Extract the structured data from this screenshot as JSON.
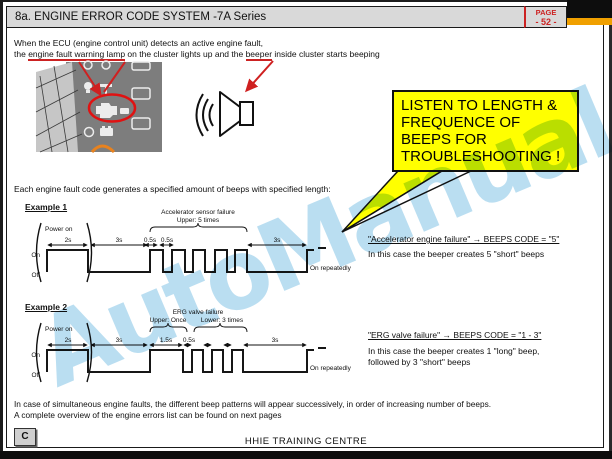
{
  "header": {
    "title": "8a. ENGINE ERROR CODE SYSTEM -7A Series",
    "page_label": "PAGE",
    "page_number": "- 52 -"
  },
  "intro": {
    "line1": "When the ECU (engine control unit) detects an active engine fault,",
    "line2": {
      "p1": "the ",
      "lamp": "engine fault warning lamp",
      "p2": " on the cluster lights up and the ",
      "beeper": "beeper",
      "p3": " inside cluster starts beeping"
    }
  },
  "callout": {
    "lines": [
      "LISTEN TO LENGTH &",
      "FREQUENCE OF",
      "BEEPS FOR",
      "TROUBLESHOOTING !"
    ],
    "bg_color": "#ffff00"
  },
  "section_intro": "Each engine fault code generates a specified amount of beeps with specified length:",
  "examples": [
    {
      "label": "Example 1",
      "fault_title": "Accelerator sensor failure",
      "fault_sub": "Upper: 5 times",
      "power_on_label": "Power on",
      "on_label": "On",
      "off_label": "Off",
      "repeat_label": "On repeatedly",
      "t_power": "2s",
      "t_pause": "3s",
      "t_beep": "0.5s",
      "t_gap": "0.5s",
      "t_restart": "3s",
      "beep_pattern": {
        "long_beeps": 0,
        "short_beeps": 5
      },
      "result_title": "\"Accelerator engine failure\" → BEEPS CODE = \"5\"",
      "result_lines": [
        "In this case the beeper creates 5 \"short\" beeps"
      ]
    },
    {
      "label": "Example 2",
      "fault_title": "ERG valve failure",
      "fault_sub_upper": "Upper: Once",
      "fault_sub_lower": "Lower: 3 times",
      "power_on_label": "Power on",
      "on_label": "On",
      "off_label": "Off",
      "repeat_label": "On repeatedly",
      "t_power": "2s",
      "t_pause": "3s",
      "t_long": "1.5s",
      "t_gap": "0.5s",
      "t_restart": "3s",
      "beep_pattern": {
        "long_beeps": 1,
        "short_beeps": 3
      },
      "result_title": "\"ERG valve failure\" → BEEPS CODE = \"1 - 3\"",
      "result_lines": [
        "In this case the beeper creates 1 \"long\" beep,",
        "followed by 3 \"short\" beeps"
      ]
    }
  ],
  "note": {
    "line1": "In case of simultaneous engine faults, the different beep patterns will appear successively, in order of increasing number of beeps.",
    "line2": "A complete overview of the engine errors list can be found on next pages"
  },
  "footer": {
    "badge": "C",
    "center": "HHIE TRAINING CENTRE"
  },
  "watermark": {
    "text": "AutoManual",
    "color": "#82c3e6"
  },
  "colors": {
    "accent_red": "#cc2222",
    "callout_yellow": "#ffff00",
    "orange_bar": "#f0a000",
    "header_gray": "#d9d9d9"
  }
}
